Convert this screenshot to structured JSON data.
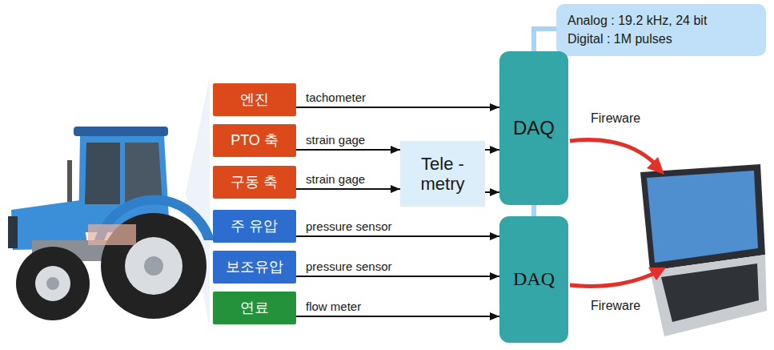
{
  "diagram": {
    "nodes": [
      {
        "text": [
          "엔진"
        ]
      },
      {
        "text": [
          "PTO 축"
        ]
      },
      {
        "text": [
          "구동 축"
        ]
      },
      {
        "text": [
          "주 유압"
        ]
      },
      {
        "text": [
          "보조유압"
        ]
      },
      {
        "text": [
          "연료"
        ]
      },
      {
        "text": [
          "Tele -metry"
        ]
      },
      {
        "text": [
          "Analog : 19.2 kHz, 24 bit",
          "Digital : 1M pulses"
        ]
      },
      {
        "text": [
          "DAQ"
        ]
      },
      {
        "text": [
          "DAQ"
        ]
      }
    ],
    "edges": [
      {
        "from": 0,
        "to": 8,
        "label": "tachometer",
        "arrow": "to"
      },
      {
        "from": 1,
        "to": 6,
        "label": "strain gage",
        "arrow": "to"
      },
      {
        "from": 2,
        "to": 6,
        "label": "strain gage",
        "arrow": "to"
      },
      {
        "from": 6,
        "to": 8,
        "arrow": "to"
      },
      {
        "from": 6,
        "to": 8,
        "arrow": "to"
      },
      {
        "from": 3,
        "to": 9,
        "label": "pressure sensor",
        "arrow": "to"
      },
      {
        "from": 4,
        "to": 9,
        "label": "pressure sensor",
        "arrow": "to"
      },
      {
        "from": 5,
        "to": 9,
        "label": "flow meter",
        "arrow": "to"
      },
      {
        "from": 7,
        "to": 8,
        "arrow": "none"
      },
      {
        "from": 8,
        "to": 9,
        "arrow": "none"
      }
    ],
    "labels": [
      "Fireware",
      "Fireware"
    ]
  }
}
